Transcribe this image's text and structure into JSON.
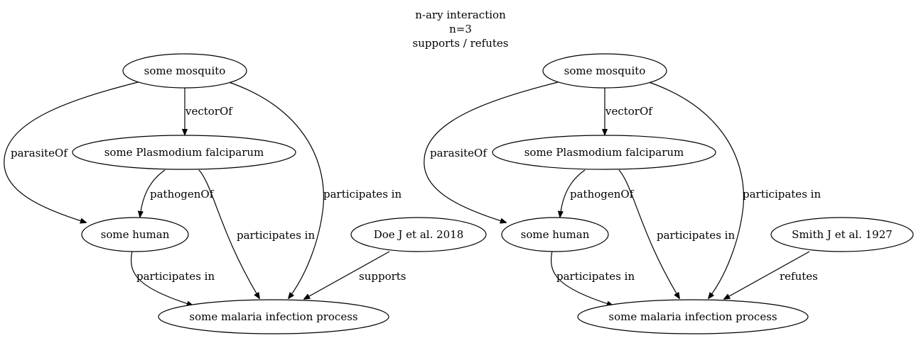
{
  "title": {
    "line1": "n-ary interaction",
    "line2": "n=3",
    "line3": "supports / refutes"
  },
  "graphs": [
    {
      "nodes": {
        "mosquito": "some mosquito",
        "plasmodium": "some Plasmodium falciparum",
        "human": "some human",
        "malaria": "some malaria infection process",
        "citation": "Doe J et al. 2018"
      },
      "edges": {
        "vectorOf": "vectorOf",
        "parasiteOf": "parasiteOf",
        "pathogenOf": "pathogenOf",
        "mosquito_participates": "participates in",
        "plasmodium_participates": "participates in",
        "human_participates": "participates in",
        "citation_relation": "supports"
      }
    },
    {
      "nodes": {
        "mosquito": "some mosquito",
        "plasmodium": "some Plasmodium falciparum",
        "human": "some human",
        "malaria": "some malaria infection process",
        "citation": "Smith J et al. 1927"
      },
      "edges": {
        "vectorOf": "vectorOf",
        "parasiteOf": "parasiteOf",
        "pathogenOf": "pathogenOf",
        "mosquito_participates": "participates in",
        "plasmodium_participates": "participates in",
        "human_participates": "participates in",
        "citation_relation": "refutes"
      }
    }
  ]
}
